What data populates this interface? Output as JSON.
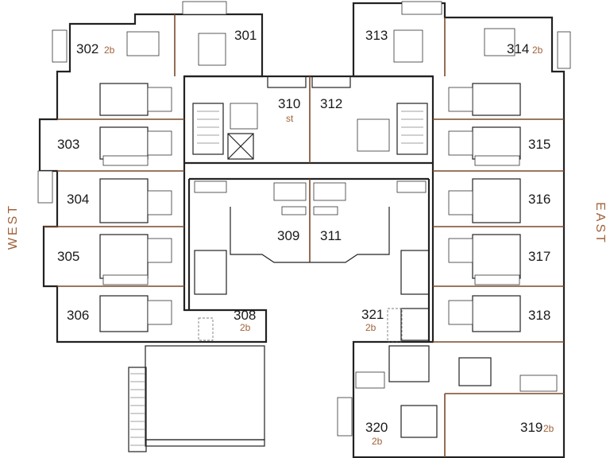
{
  "colors": {
    "accent": "#a0623a",
    "line": "#222222",
    "divider": "#7a4a2a"
  },
  "sides": {
    "west": "WEST",
    "east": "EAST"
  },
  "units": [
    {
      "id": "u301",
      "label": "301"
    },
    {
      "id": "u302",
      "label": "302",
      "tag": "2b"
    },
    {
      "id": "u303",
      "label": "303"
    },
    {
      "id": "u304",
      "label": "304"
    },
    {
      "id": "u305",
      "label": "305"
    },
    {
      "id": "u306",
      "label": "306"
    },
    {
      "id": "u308",
      "label": "308",
      "tag": "2b"
    },
    {
      "id": "u309",
      "label": "309"
    },
    {
      "id": "u310",
      "label": "310",
      "tag": "st"
    },
    {
      "id": "u311",
      "label": "311"
    },
    {
      "id": "u312",
      "label": "312"
    },
    {
      "id": "u313",
      "label": "313"
    },
    {
      "id": "u314",
      "label": "314",
      "tag": "2b"
    },
    {
      "id": "u315",
      "label": "315"
    },
    {
      "id": "u316",
      "label": "316"
    },
    {
      "id": "u317",
      "label": "317"
    },
    {
      "id": "u318",
      "label": "318"
    },
    {
      "id": "u319",
      "label": "319",
      "tag": "2b"
    },
    {
      "id": "u320",
      "label": "320",
      "tag": "2b"
    },
    {
      "id": "u321",
      "label": "321",
      "tag": "2b"
    }
  ]
}
